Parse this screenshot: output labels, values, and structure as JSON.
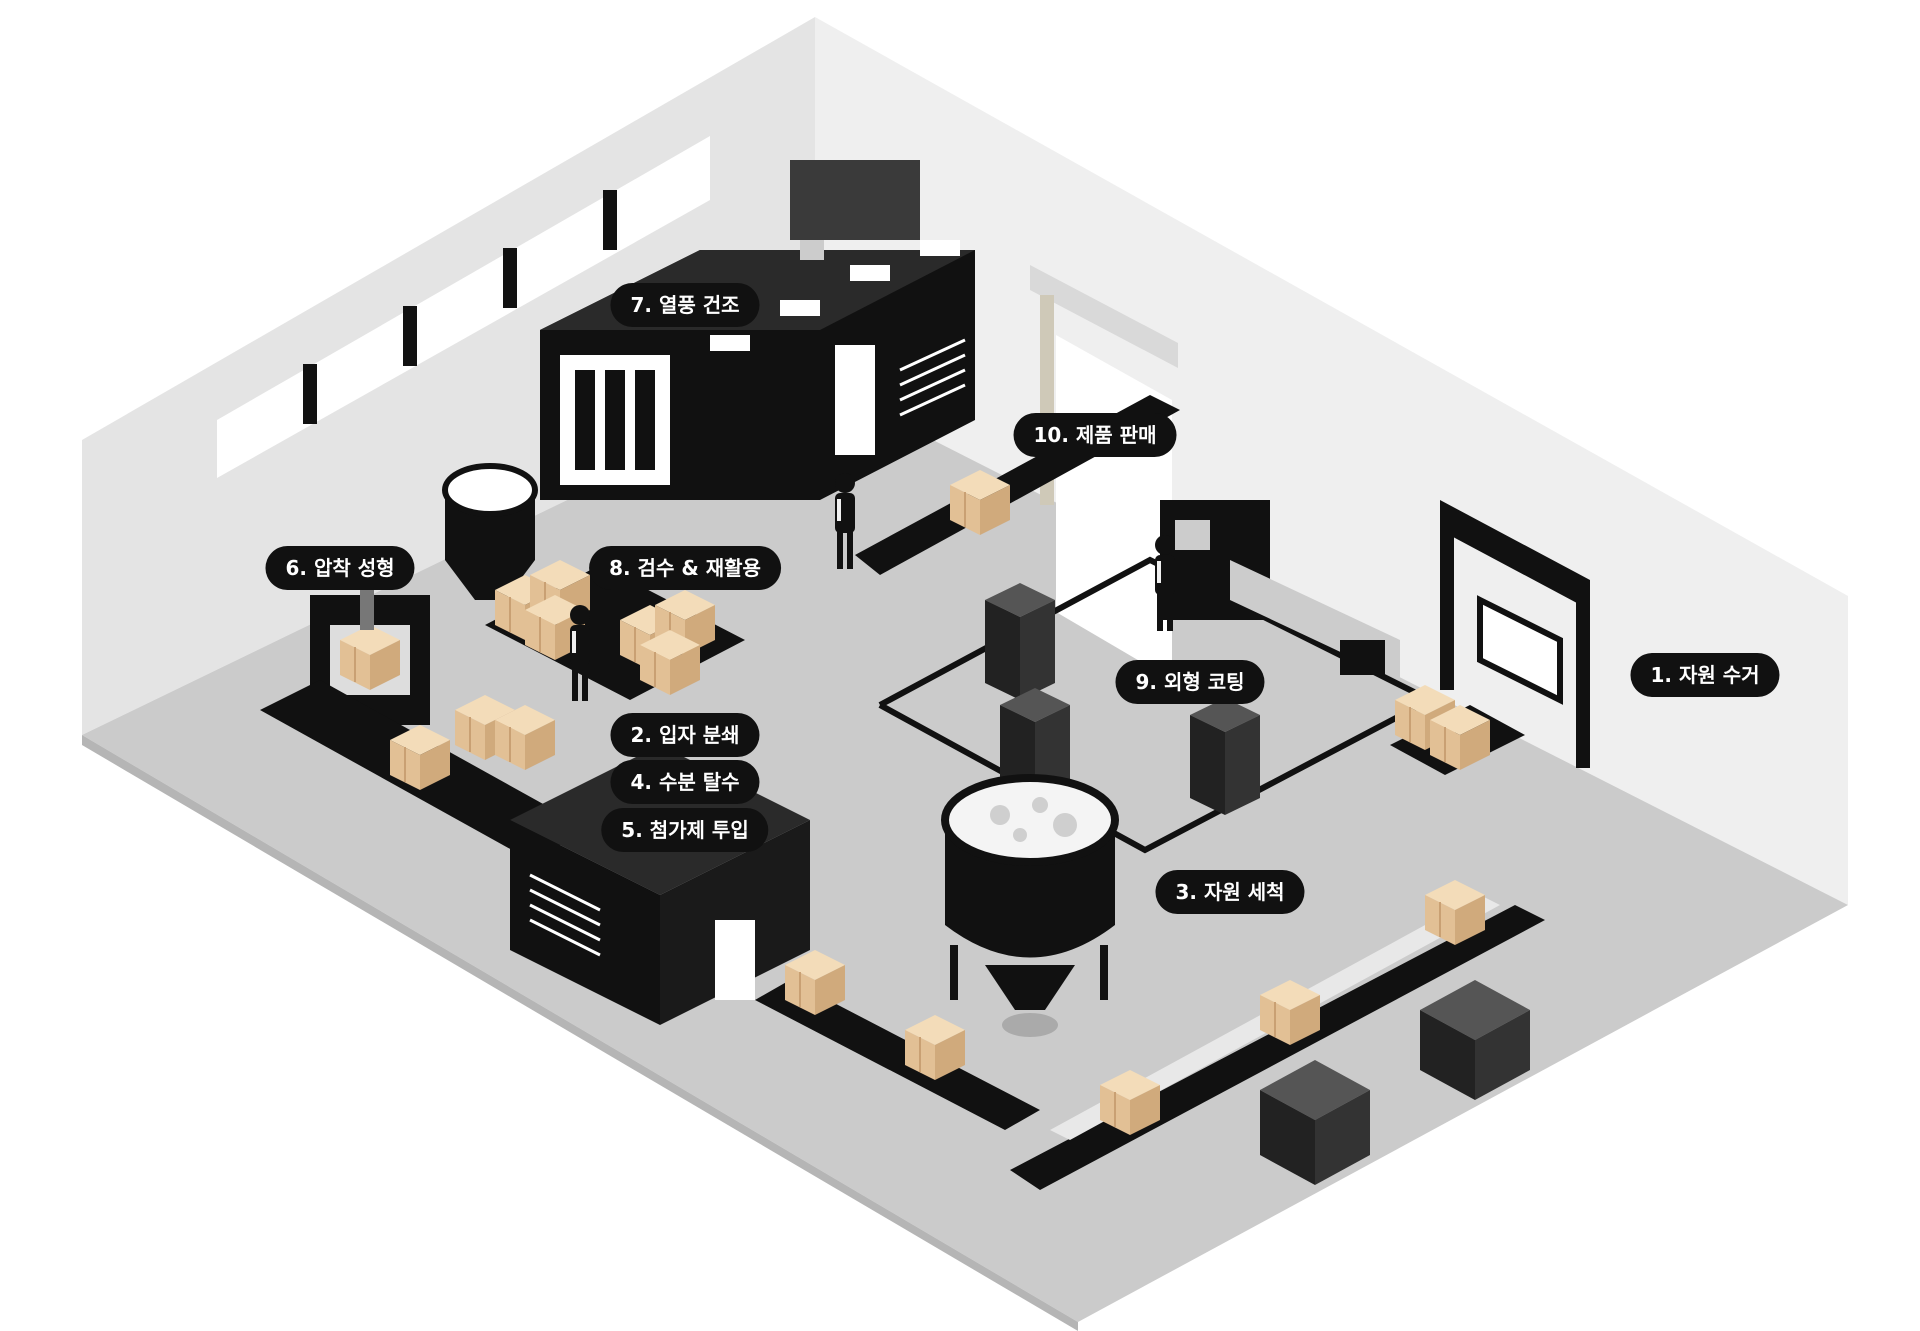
{
  "steps": [
    {
      "id": "1",
      "text": "1. 자원 수거"
    },
    {
      "id": "2",
      "text": "2. 입자 분쇄"
    },
    {
      "id": "3",
      "text": "3. 자원 세척"
    },
    {
      "id": "4",
      "text": "4. 수분 탈수"
    },
    {
      "id": "5",
      "text": "5. 첨가제 투입"
    },
    {
      "id": "6",
      "text": "6. 압착 성형"
    },
    {
      "id": "7",
      "text": "7. 열풍 건조"
    },
    {
      "id": "8",
      "text": "8. 검수 & 재활용"
    },
    {
      "id": "9",
      "text": "9. 외형 코팅"
    },
    {
      "id": "10",
      "text": "10. 제품 판매"
    }
  ],
  "colors": {
    "floor": "#cbcbcb",
    "wall_left": "#e4e4e4",
    "wall_right": "#eeeeee",
    "machine": "#111111",
    "box": "#e8c9a0",
    "label_bg": "#111111",
    "label_text": "#ffffff"
  }
}
